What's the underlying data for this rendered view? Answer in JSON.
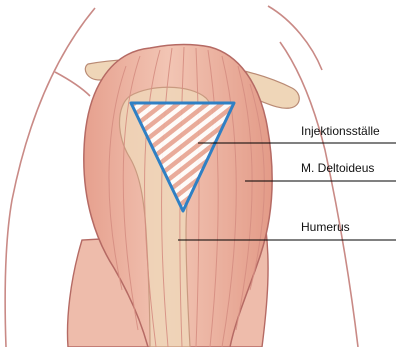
{
  "labels": {
    "injection_site": "Injektionsställe",
    "deltoid": "M. Deltoideus",
    "humerus": "Humerus"
  },
  "colors": {
    "outline": "#b56a64",
    "skin_outline": "#c98a86",
    "muscle_fill": "#eebcab",
    "muscle_light": "#f6d9cd",
    "muscle_lines": "#d68e82",
    "bone_fill": "#efd6b8",
    "injection_triangle": "#2f80c4",
    "hatch": "#e7a99b",
    "leader_line": "#000000"
  }
}
